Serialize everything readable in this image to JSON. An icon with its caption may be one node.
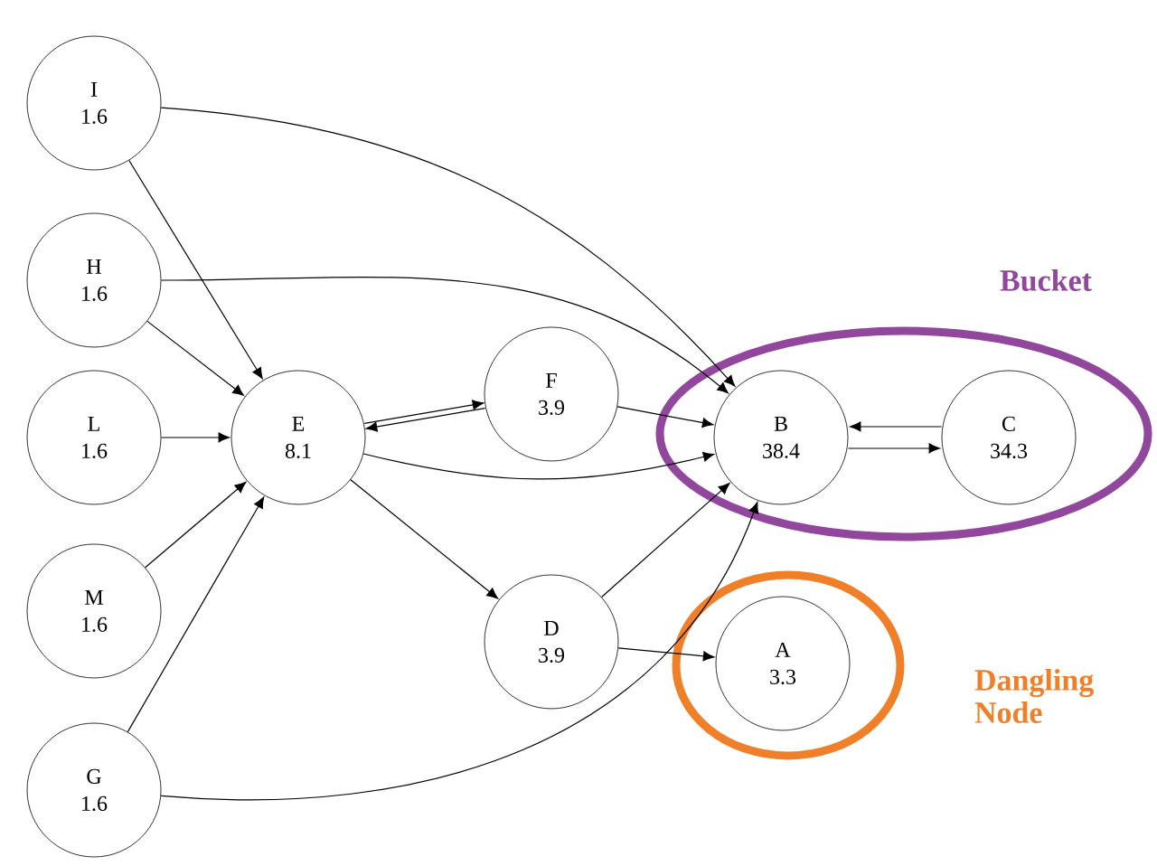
{
  "diagram": {
    "nodes": [
      {
        "text": [
          "I",
          "1.6"
        ]
      },
      {
        "text": [
          "H",
          "1.6"
        ]
      },
      {
        "text": [
          "L",
          "1.6"
        ]
      },
      {
        "text": [
          "M",
          "1.6"
        ]
      },
      {
        "text": [
          "G",
          "1.6"
        ]
      },
      {
        "text": [
          "E",
          "8.1"
        ]
      },
      {
        "text": [
          "F",
          "3.9"
        ]
      },
      {
        "text": [
          "D",
          "3.9"
        ]
      },
      {
        "text": [
          "Bucket"
        ]
      },
      {
        "text": [
          "B",
          "38.4"
        ],
        "in": 8
      },
      {
        "text": [
          "C",
          "34.3"
        ],
        "in": 8
      },
      {
        "text": [
          "Dangling Node"
        ]
      },
      {
        "text": [
          "A",
          "3.3"
        ],
        "in": 11
      }
    ],
    "edges": [
      {
        "from": 0,
        "to": 5,
        "arrow": "to"
      },
      {
        "from": 0,
        "to": 9,
        "arrow": "to"
      },
      {
        "from": 1,
        "to": 5,
        "arrow": "to"
      },
      {
        "from": 1,
        "to": 9,
        "arrow": "to"
      },
      {
        "from": 2,
        "to": 5,
        "arrow": "to"
      },
      {
        "from": 3,
        "to": 5,
        "arrow": "to"
      },
      {
        "from": 4,
        "to": 5,
        "arrow": "to"
      },
      {
        "from": 4,
        "to": 9,
        "arrow": "to"
      },
      {
        "from": 5,
        "to": 6,
        "arrow": "to"
      },
      {
        "from": 6,
        "to": 5,
        "arrow": "to"
      },
      {
        "from": 6,
        "to": 9,
        "arrow": "to"
      },
      {
        "from": 5,
        "to": 9,
        "arrow": "to"
      },
      {
        "from": 5,
        "to": 7,
        "arrow": "to"
      },
      {
        "from": 7,
        "to": 9,
        "arrow": "to"
      },
      {
        "from": 7,
        "to": 12,
        "arrow": "to"
      },
      {
        "from": 9,
        "to": 10,
        "arrow": "to"
      },
      {
        "from": 10,
        "to": 9,
        "arrow": "to"
      }
    ]
  }
}
